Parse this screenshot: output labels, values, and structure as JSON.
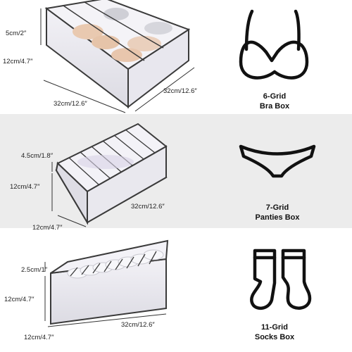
{
  "products": [
    {
      "dims": {
        "height": "5cm/2″",
        "depth": "12cm/4.7″",
        "width": "32cm/12.6″",
        "length": "32cm/12.6″"
      },
      "caption": {
        "line1": "6-Grid",
        "line2": "Bra Box"
      },
      "icon": "bra-icon"
    },
    {
      "dims": {
        "height": "4.5cm/1.8″",
        "depth": "12cm/4.7″",
        "length": "32cm/12.6″",
        "width": "12cm/4.7″"
      },
      "caption": {
        "line1": "7-Grid",
        "line2": "Panties Box"
      },
      "icon": "panties-icon"
    },
    {
      "dims": {
        "height": "2.5cm/1″",
        "depth": "12cm/4.7″",
        "length": "32cm/12.6″",
        "width": "12cm/4.7″"
      },
      "caption": {
        "line1": "11-Grid",
        "line2": "Socks Box"
      },
      "icon": "socks-icon"
    }
  ],
  "colors": {
    "band_alt": "#ececec",
    "box_edge": "#3a3a3a",
    "mesh": "#e4e2ea"
  }
}
